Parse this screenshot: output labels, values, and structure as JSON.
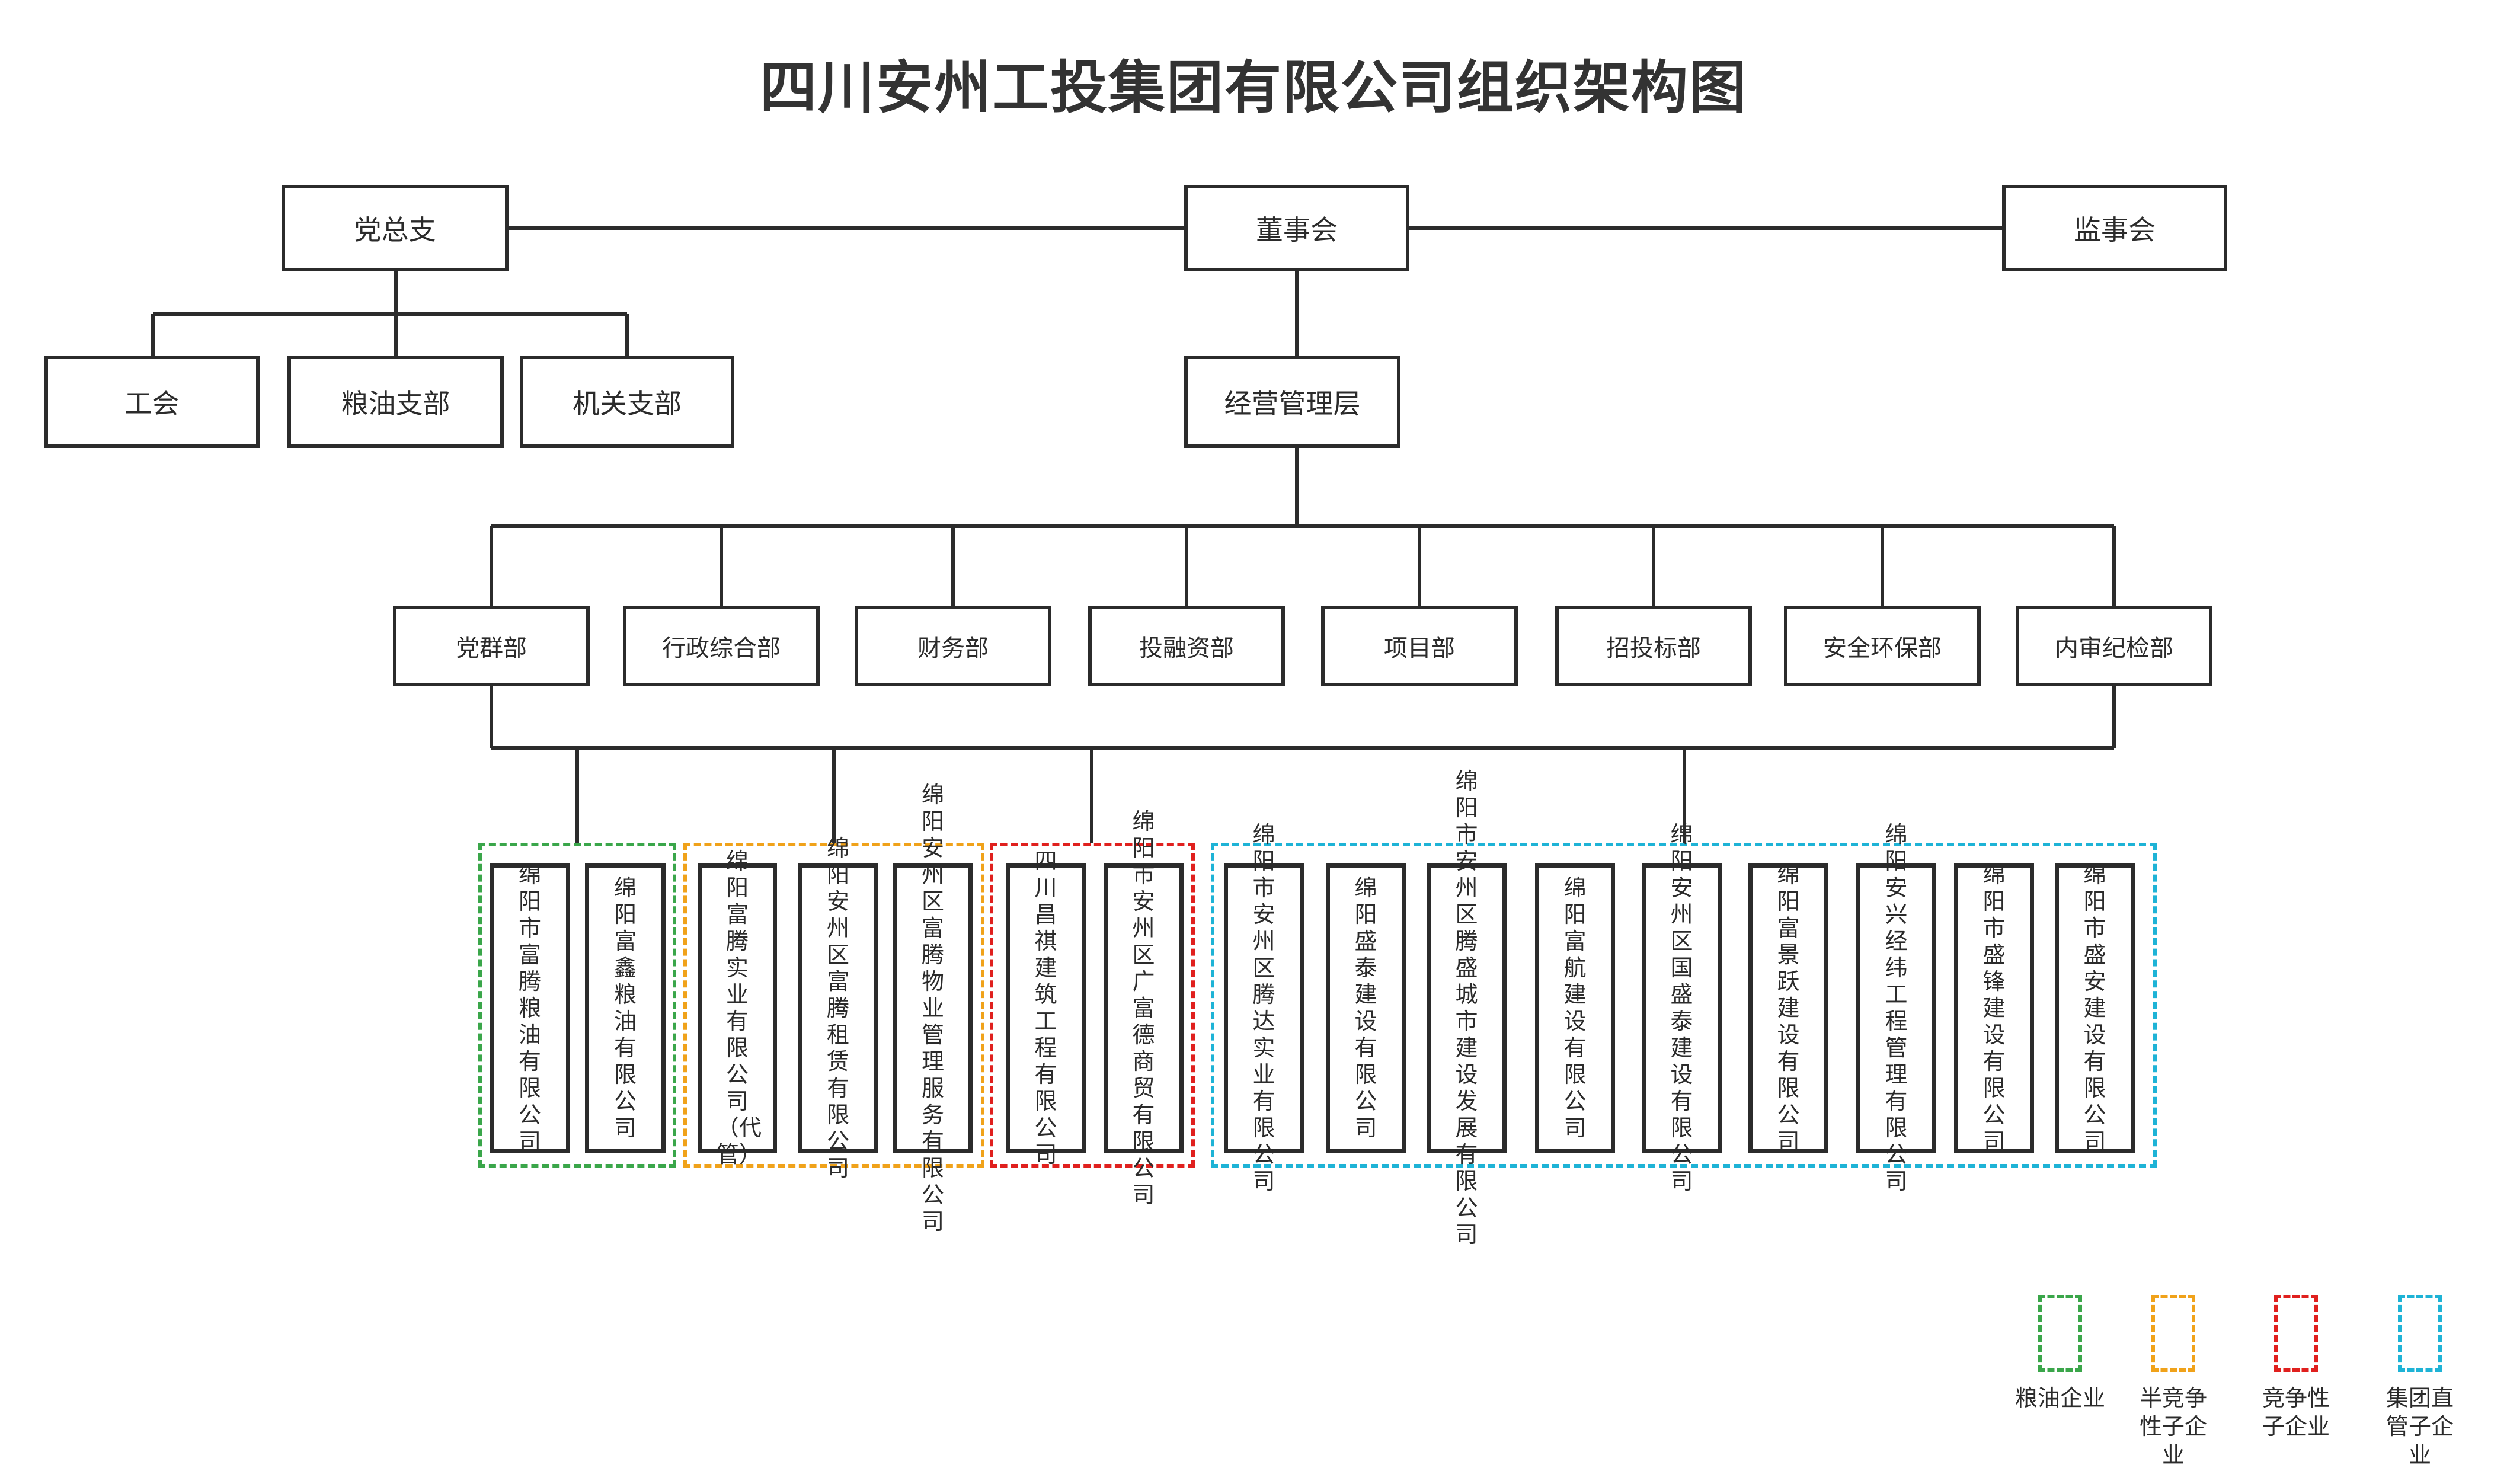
{
  "title": "四川安州工投集团有限公司组织架构图",
  "colors": {
    "line": "#2b2b2b",
    "grain": "#3aa64a",
    "semi": "#f0a21a",
    "competitive": "#e0201e",
    "direct": "#1eb3d6"
  },
  "top_nodes": {
    "party": "党总支",
    "board": "董事会",
    "supervisory": "监事会"
  },
  "party_children": [
    "工会",
    "粮油支部",
    "机关支部"
  ],
  "management": "经营管理层",
  "departments": [
    "党群部",
    "行政综合部",
    "财务部",
    "投融资部",
    "项目部",
    "招投标部",
    "安全环保部",
    "内审纪检部"
  ],
  "groups": {
    "grain": {
      "companies": [
        "绵阳市富腾粮油有限公司",
        "绵阳富鑫粮油有限公司"
      ]
    },
    "semi": {
      "companies": [
        "绵阳富腾实业有限公司（代管）",
        "绵阳安州区富腾租赁有限公司",
        "绵阳安州区富腾物业管理服务有限公司"
      ]
    },
    "competitive": {
      "companies": [
        "四川昌祺建筑工程有限公司",
        "绵阳市安州区广富德商贸有限公司"
      ]
    },
    "direct": {
      "companies": [
        "绵阳市安州区腾达实业有限公司",
        "绵阳盛泰建设有限公司",
        "绵阳市安州区腾盛城市建设发展有限公司",
        "绵阳富航建设有限公司",
        "绵阳安州区国盛泰建设有限公司",
        "绵阳富景跃建设有限公司",
        "绵阳安兴经纬工程管理有限公司",
        "绵阳市盛锋建设有限公司",
        "绵阳市盛安建设有限公司"
      ]
    }
  },
  "legend": [
    {
      "key": "grain",
      "label": "粮油企业"
    },
    {
      "key": "semi",
      "label": "半竞争性子企业"
    },
    {
      "key": "competitive",
      "label": "竞争性子企业"
    },
    {
      "key": "direct",
      "label": "集团直管子企业"
    }
  ]
}
